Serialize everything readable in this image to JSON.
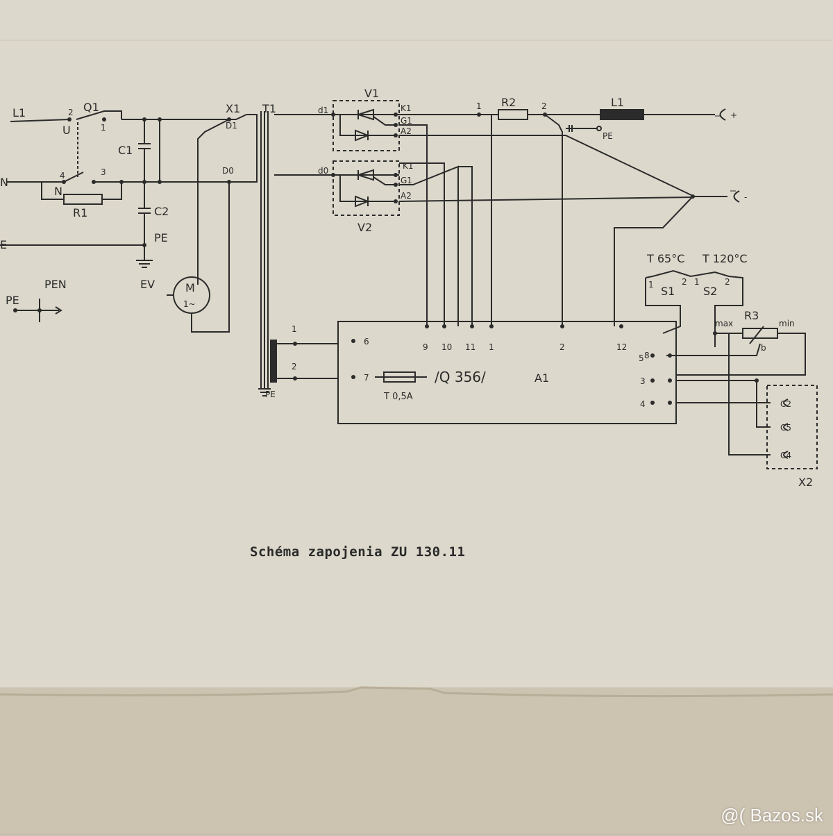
{
  "caption": "Schéma zapojenia ZU 130.11",
  "watermark": "@( Bazos.sk",
  "labels": {
    "L1": "L1",
    "Q1": "Q1",
    "U": "U",
    "N": "N",
    "Nin": "N",
    "E": "E",
    "sw2": "2",
    "sw1": "1",
    "sw4": "4",
    "sw3": "3",
    "R1": "R1",
    "C1": "C1",
    "C2": "C2",
    "PE": "PE",
    "X1": "X1",
    "D1": "D1",
    "D0": "D0",
    "T1": "T1",
    "EV": "EV",
    "M": "M",
    "motor_ac": "1~",
    "PEN": "PEN",
    "PE2": "PE",
    "d1": "d1",
    "d0": "d0",
    "V1": "V1",
    "V2": "V2",
    "K1a": "K1",
    "G1a": "G1",
    "A2a": "A2",
    "K1b": "K1",
    "G1b": "G1",
    "A2b": "A2",
    "R2": "R2",
    "n1": "1",
    "n2": "2",
    "L1coil": "L1",
    "plus": "+",
    "minus": "-",
    "PEbus": "PE",
    "T65": "T 65°C",
    "T120": "T 120°C",
    "S1": "S1",
    "S2": "S2",
    "s1a": "1",
    "s1b": "2",
    "s2a": "1",
    "s2b": "2",
    "R3": "R3",
    "max": "max",
    "min": "min",
    "b": "b",
    "A1": "A1",
    "Q356": "/Q 356/",
    "fuse": "T 0,5A",
    "p9": "9",
    "p10": "10",
    "p11": "11",
    "p1": "1",
    "p2": "2",
    "p12": "12",
    "p6": "6",
    "p7": "7",
    "p8": "8",
    "p5": "5",
    "p3": "3",
    "p4": "4",
    "sec1": "1",
    "sec2": "2",
    "PE3": "PE",
    "X2": "X2",
    "c2": "C2",
    "c5": "C5",
    "c4": "C4"
  }
}
